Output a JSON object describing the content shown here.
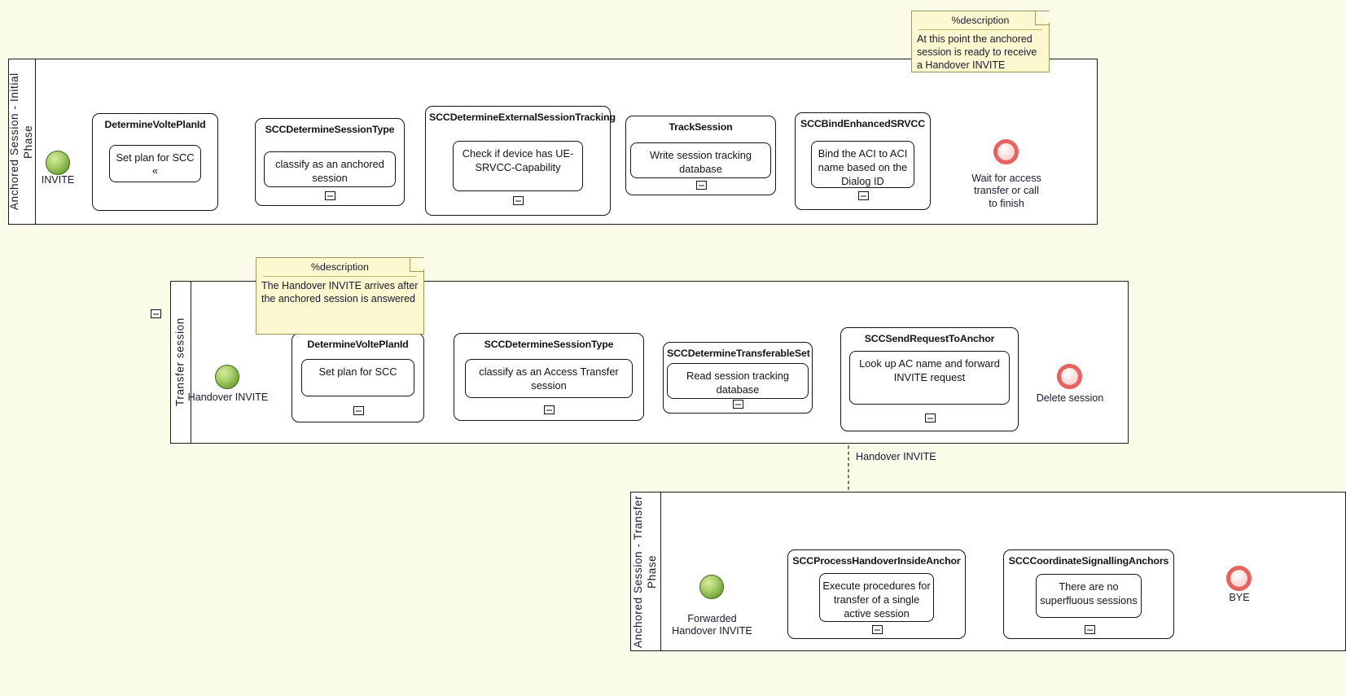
{
  "meta": {
    "background_color": "#fbfbe9",
    "pool_fill": "#ffffff",
    "note_fill": "#fcf8d0",
    "start_event_color": "#76a83c",
    "end_event_color": "#e8625f"
  },
  "pools": [
    {
      "id": "pool-initial",
      "label": "Anchored Session - Initial Phase"
    },
    {
      "id": "pool-transfer-session",
      "label": "Transfer session"
    },
    {
      "id": "pool-anchored-transfer",
      "label": "Anchored Session - Transfer\nPhase"
    }
  ],
  "events": {
    "invite_start": {
      "label": "INVITE",
      "type": "start"
    },
    "wait_end": {
      "label": "Wait for access\ntransfer or call\nto finish",
      "type": "end"
    },
    "handover_start": {
      "label": "Handover INVITE",
      "type": "start"
    },
    "delete_end": {
      "label": "Delete session",
      "type": "end"
    },
    "forwarded_start": {
      "label": "Forwarded\nHandover INVITE",
      "type": "start"
    },
    "bye_end": {
      "label": "BYE",
      "type": "end"
    }
  },
  "tasks": [
    {
      "id": "determine-volte-plan-id-1",
      "title": "DetermineVoltePlanId",
      "body": "Set plan for SCC",
      "marker": "«",
      "collapsed": true
    },
    {
      "id": "scc-determine-session-type-1",
      "title": "SCCDetermineSessionType",
      "body": "classify as an anchored session",
      "collapsed": true
    },
    {
      "id": "scc-determine-external-session-tracking",
      "title": "SCCDetermineExternalSessionTracking",
      "body": "Check if device has UE-SRVCC-Capability",
      "collapsed": true
    },
    {
      "id": "track-session",
      "title": "TrackSession",
      "body": "Write session tracking database",
      "collapsed": true
    },
    {
      "id": "scc-bind-enhanced-srvcc",
      "title": "SCCBindEnhancedSRVCC",
      "body": "Bind the ACI to ACI name based on the Dialog ID",
      "collapsed": true
    },
    {
      "id": "determine-volte-plan-id-2",
      "title": "DetermineVoltePlanId",
      "body": "Set plan for SCC",
      "collapsed": true
    },
    {
      "id": "scc-determine-session-type-2",
      "title": "SCCDetermineSessionType",
      "body": "classify as an Access Transfer session",
      "collapsed": true
    },
    {
      "id": "scc-determine-transferable-set",
      "title": "SCCDetermineTransferableSet",
      "body": "Read session tracking database",
      "collapsed": true
    },
    {
      "id": "scc-send-request-to-anchor",
      "title": "SCCSendRequestToAnchor",
      "body": "Look up AC name and forward INVITE request",
      "collapsed": true
    },
    {
      "id": "scc-process-handover-inside-anchor",
      "title": "SCCProcessHandoverInsideAnchor",
      "body": "Execute procedures for transfer of a single active session",
      "collapsed": true
    },
    {
      "id": "scc-coordinate-signalling-anchors",
      "title": "SCCCoordinateSignallingAnchors",
      "body": "There are no superfluous sessions",
      "collapsed": true
    }
  ],
  "notes": [
    {
      "id": "note-anchored-ready",
      "title": "%description",
      "body": "At this point the anchored session is ready to receive a Handover INVITE"
    },
    {
      "id": "note-handover-arrives",
      "title": "%description",
      "body": "The Handover INVITE arrives after the anchored session is answered"
    }
  ],
  "flow_labels": [
    {
      "id": "message-flow-handover-invite",
      "text": "Handover INVITE"
    }
  ]
}
